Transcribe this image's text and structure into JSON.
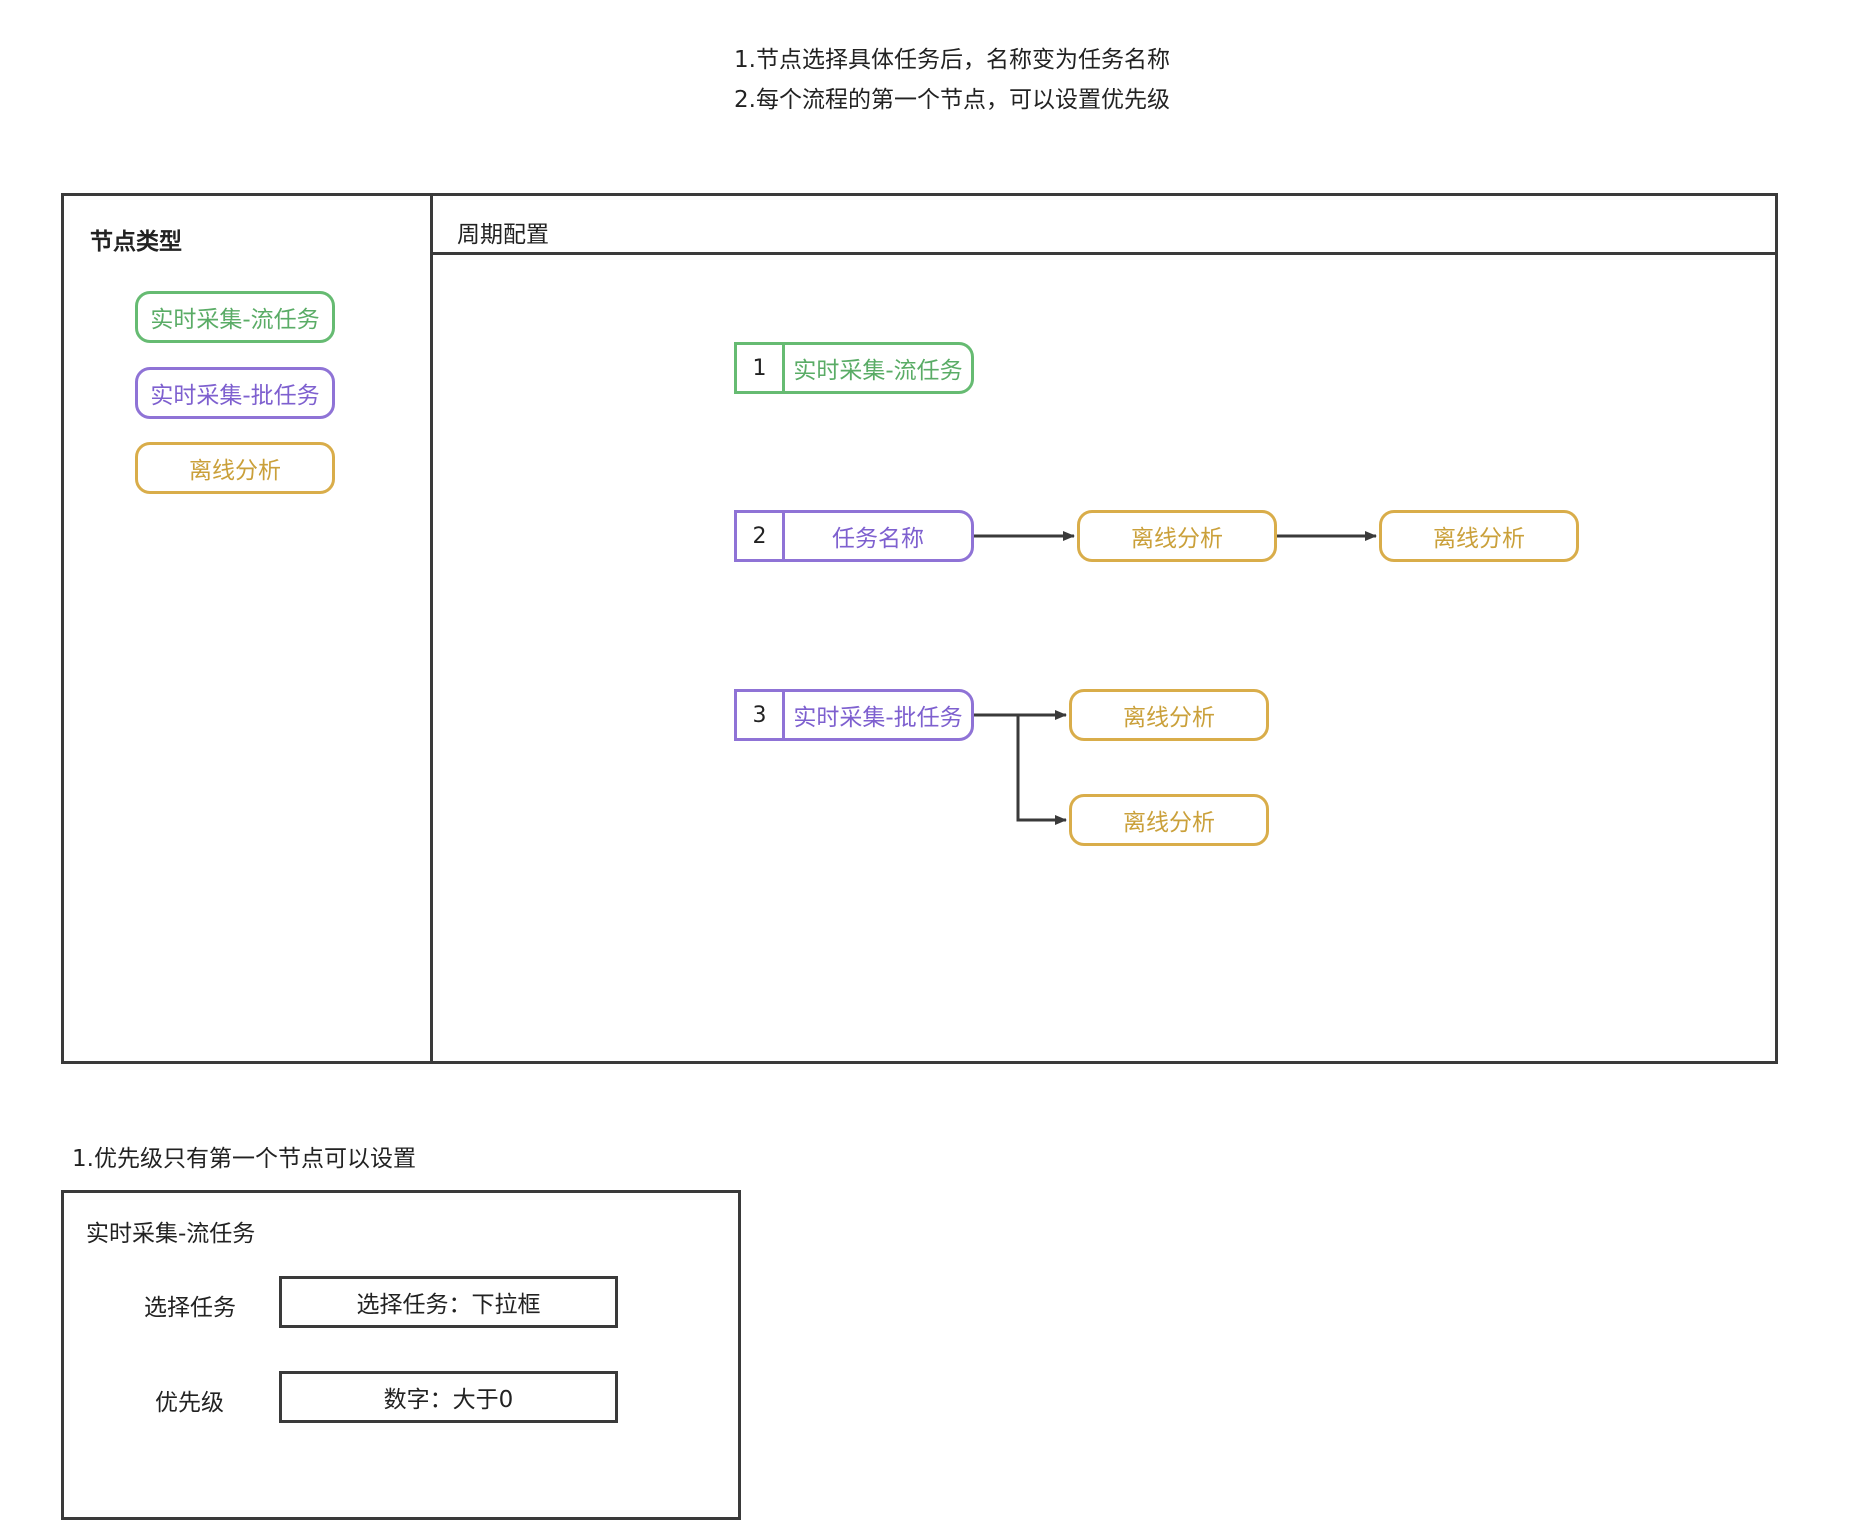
{
  "top_notes": [
    "1.节点选择具体任务后，名称变为任务名称",
    "2.每个流程的第一个节点，可以设置优先级"
  ],
  "left_panel": {
    "title": "节点类型",
    "items": [
      {
        "label": "实时采集-流任务",
        "color": "#66bb72"
      },
      {
        "label": "实时采集-批任务",
        "color": "#8f73d6"
      },
      {
        "label": "离线分析",
        "color": "#d9ad4a"
      }
    ]
  },
  "right_panel": {
    "title": "周期配置",
    "flows": [
      {
        "index": "1",
        "first": "实时采集-流任务",
        "first_color": "#66bb72",
        "next": []
      },
      {
        "index": "2",
        "first": "任务名称",
        "first_color": "#8f73d6",
        "next": [
          "离线分析",
          "离线分析"
        ]
      },
      {
        "index": "3",
        "first": "实时采集-批任务",
        "first_color": "#8f73d6",
        "next": [
          "离线分析",
          "离线分析"
        ]
      }
    ]
  },
  "bottom_note": "1.优先级只有第一个节点可以设置",
  "form": {
    "title": "实时采集-流任务",
    "rows": [
      {
        "label": "选择任务",
        "value": "选择任务：下拉框"
      },
      {
        "label": "优先级",
        "value": "数字：大于0"
      }
    ]
  },
  "colors": {
    "stream": "#66bb72",
    "batch": "#8f73d6",
    "offline": "#d9ad4a",
    "line": "#3a3a3a"
  }
}
